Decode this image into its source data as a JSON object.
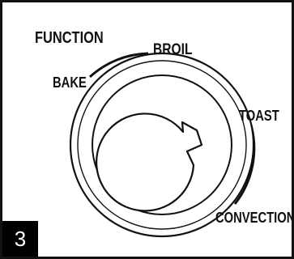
{
  "diagram": {
    "title": "FUNCTION",
    "options": {
      "bake": "BAKE",
      "broil": "BROIL",
      "toast": "TOAST",
      "convection": "CONVECTION"
    },
    "step_number": "3"
  },
  "colors": {
    "ink": "#111111",
    "background": "#ffffff",
    "badge_bg": "#000000",
    "badge_text": "#ffffff"
  }
}
